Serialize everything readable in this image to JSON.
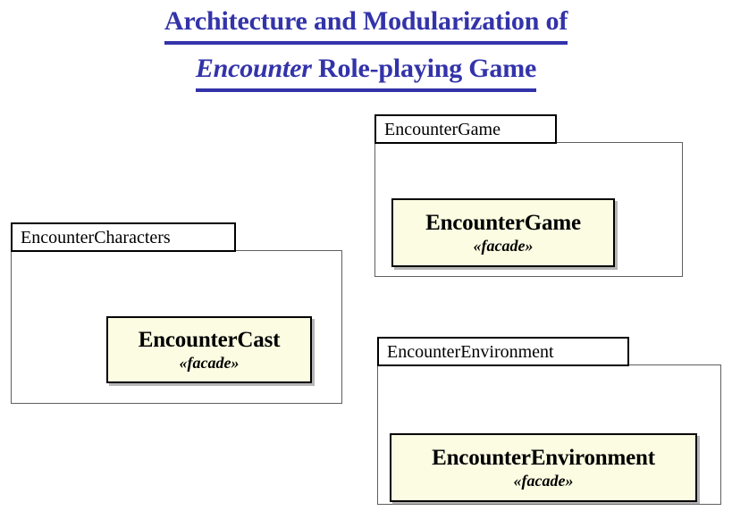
{
  "title": {
    "line1": "Architecture and Modularization of",
    "line2_emphasis": "Encounter",
    "line2_rest": " Role-playing Game",
    "color": "#3333AA"
  },
  "colors": {
    "title_blue": "#3333AA",
    "class_fill": "#FCFCE2",
    "class_border": "#000000",
    "package_tab_border": "#000000",
    "package_body_border": "#5F5F5F",
    "background": "#FFFFFF"
  },
  "diagram": {
    "type": "uml-package-diagram",
    "packages": [
      {
        "name": "EncounterCharacters",
        "tab_label": "EncounterCharacters",
        "classes": [
          {
            "name": "EncounterCast",
            "stereotype": "«facade»"
          }
        ]
      },
      {
        "name": "EncounterGame",
        "tab_label": "EncounterGame",
        "classes": [
          {
            "name": "EncounterGame",
            "stereotype": "«facade»"
          }
        ]
      },
      {
        "name": "EncounterEnvironment",
        "tab_label": "EncounterEnvironment",
        "classes": [
          {
            "name": "EncounterEnvironment",
            "stereotype": "«facade»"
          }
        ]
      }
    ]
  }
}
